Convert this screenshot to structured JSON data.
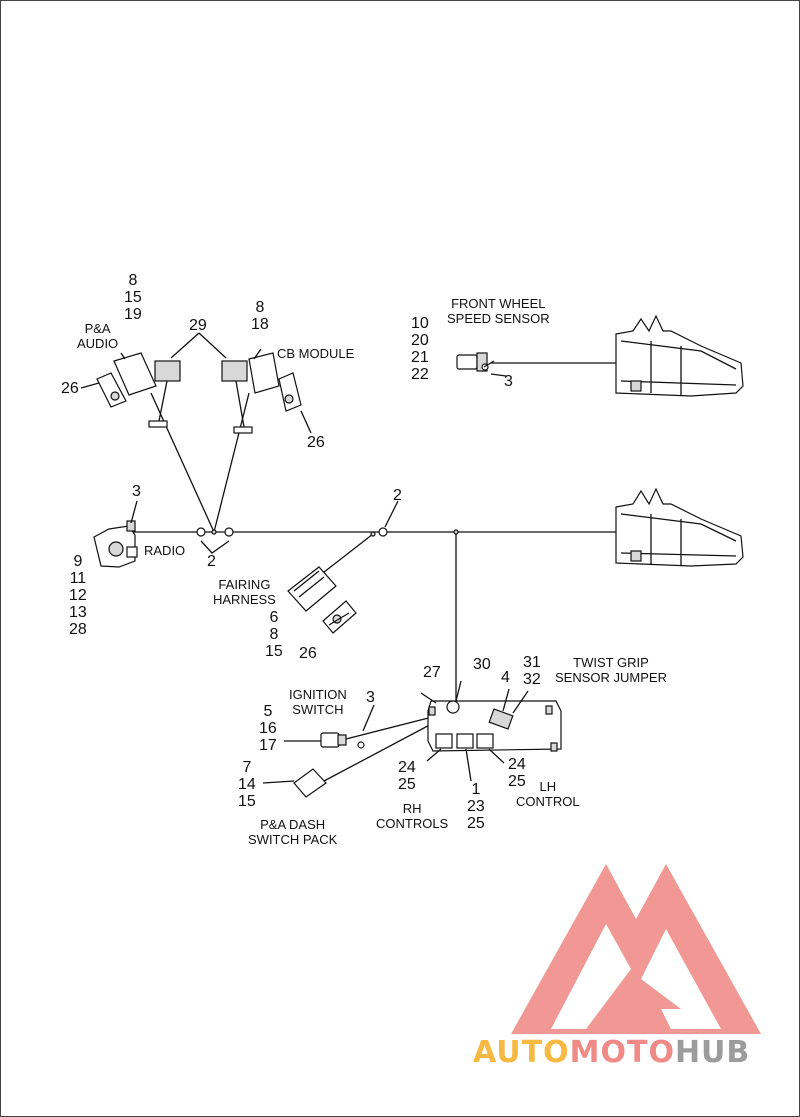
{
  "labels": {
    "pa_audio": [
      "P&A",
      "AUDIO"
    ],
    "cb_module": "CB MODULE",
    "front_wheel": [
      "FRONT WHEEL",
      "SPEED SENSOR"
    ],
    "radio": "RADIO",
    "fairing_harness": [
      "FAIRING",
      "HARNESS"
    ],
    "ignition_switch": [
      "IGNITION",
      "SWITCH"
    ],
    "twist_grip": [
      "TWIST GRIP",
      "SENSOR JUMPER"
    ],
    "pa_dash": [
      "P&A DASH",
      "SWITCH PACK"
    ],
    "rh_controls": [
      "RH",
      "CONTROLS"
    ],
    "lh_control": [
      "LH",
      "CONTROL"
    ]
  },
  "callouts": {
    "pa_audio_stack": [
      "8",
      "15",
      "19"
    ],
    "cb_stack": [
      "8",
      "18"
    ],
    "n29": "29",
    "n26_left": "26",
    "n26_cb": "26",
    "sensor_stack": [
      "10",
      "20",
      "21",
      "22"
    ],
    "n3_sensor": "3",
    "n3_radio": "3",
    "n2_right": "2",
    "n2_left": "2",
    "radio_stack": [
      "9",
      "11",
      "12",
      "13",
      "28"
    ],
    "fairing_stack": [
      "6",
      "8",
      "15"
    ],
    "n26_fairing": "26",
    "n27": "27",
    "n30": "30",
    "n4": "4",
    "twist_stack": [
      "31",
      "32"
    ],
    "ignition_stack": [
      "5",
      "16",
      "17"
    ],
    "n3_ignition": "3",
    "dash_stack": [
      "7",
      "14",
      "15"
    ],
    "n24_left_stack": [
      "24",
      "25"
    ],
    "center_stack": [
      "1",
      "23",
      "25"
    ],
    "n24_right_stack": [
      "24",
      "25"
    ]
  },
  "brand": {
    "part1": "AUTO",
    "part2": "MOTO",
    "part3": "HUB",
    "colors": {
      "auto": "#f6b942",
      "moto": "#ef8a86",
      "hub": "#9c9c9c"
    }
  }
}
